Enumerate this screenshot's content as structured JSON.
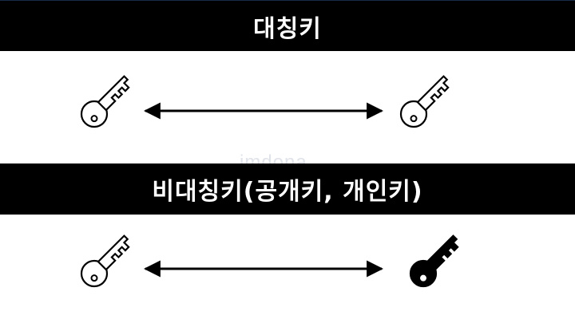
{
  "symmetric": {
    "title": "대칭키",
    "left_key_icon": "key-outline-icon",
    "right_key_icon": "key-outline-icon"
  },
  "asymmetric": {
    "title": "비대칭키(공개키, 개인키)",
    "left_key_icon": "key-outline-icon",
    "right_key_icon": "key-filled-icon"
  },
  "watermark": "imdona",
  "colors": {
    "band": "#000000",
    "band_text": "#ffffff",
    "background": "#ffffff",
    "line": "#000000"
  }
}
